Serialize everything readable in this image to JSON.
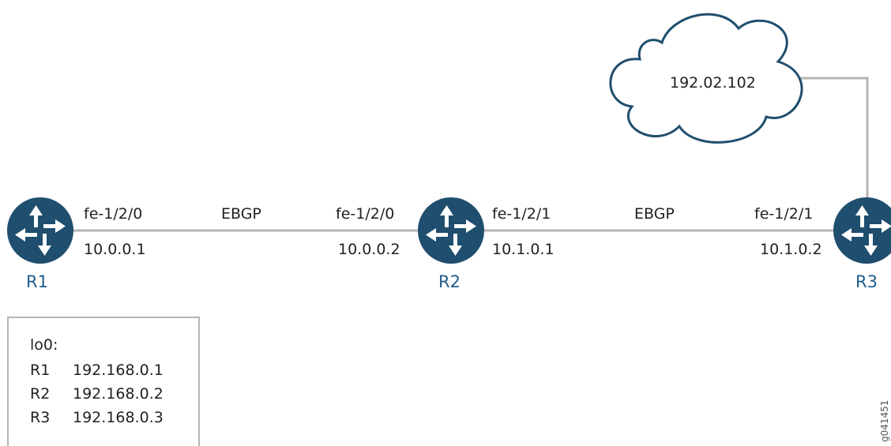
{
  "colors": {
    "router_fill": "#1f4e6e",
    "router_arrows": "#ffffff",
    "router_label": "#1e5c8c",
    "link_line": "#b5b5b5",
    "cloud_stroke": "#1f4e6e",
    "text": "#222222"
  },
  "cloud": {
    "label": "192.02.102",
    "icon": "cloud-icon"
  },
  "routers": {
    "r1": {
      "name": "R1",
      "icon": "router-icon"
    },
    "r2": {
      "name": "R2",
      "icon": "router-icon"
    },
    "r3": {
      "name": "R3",
      "icon": "router-icon"
    }
  },
  "links": {
    "r1_r2": {
      "protocol": "EBGP",
      "left_interface": "fe-1/2/0",
      "left_ip": "10.0.0.1",
      "right_interface": "fe-1/2/0",
      "right_ip": "10.0.0.2"
    },
    "r2_r3": {
      "protocol": "EBGP",
      "left_interface": "fe-1/2/1",
      "left_ip": "10.1.0.1",
      "right_interface": "fe-1/2/1",
      "right_ip": "10.1.0.2"
    }
  },
  "legend": {
    "title": "lo0:",
    "rows": [
      {
        "router": "R1",
        "address": "192.168.0.1"
      },
      {
        "router": "R2",
        "address": "192.168.0.2"
      },
      {
        "router": "R3",
        "address": "192.168.0.3"
      }
    ]
  },
  "figure_id": "g041451"
}
